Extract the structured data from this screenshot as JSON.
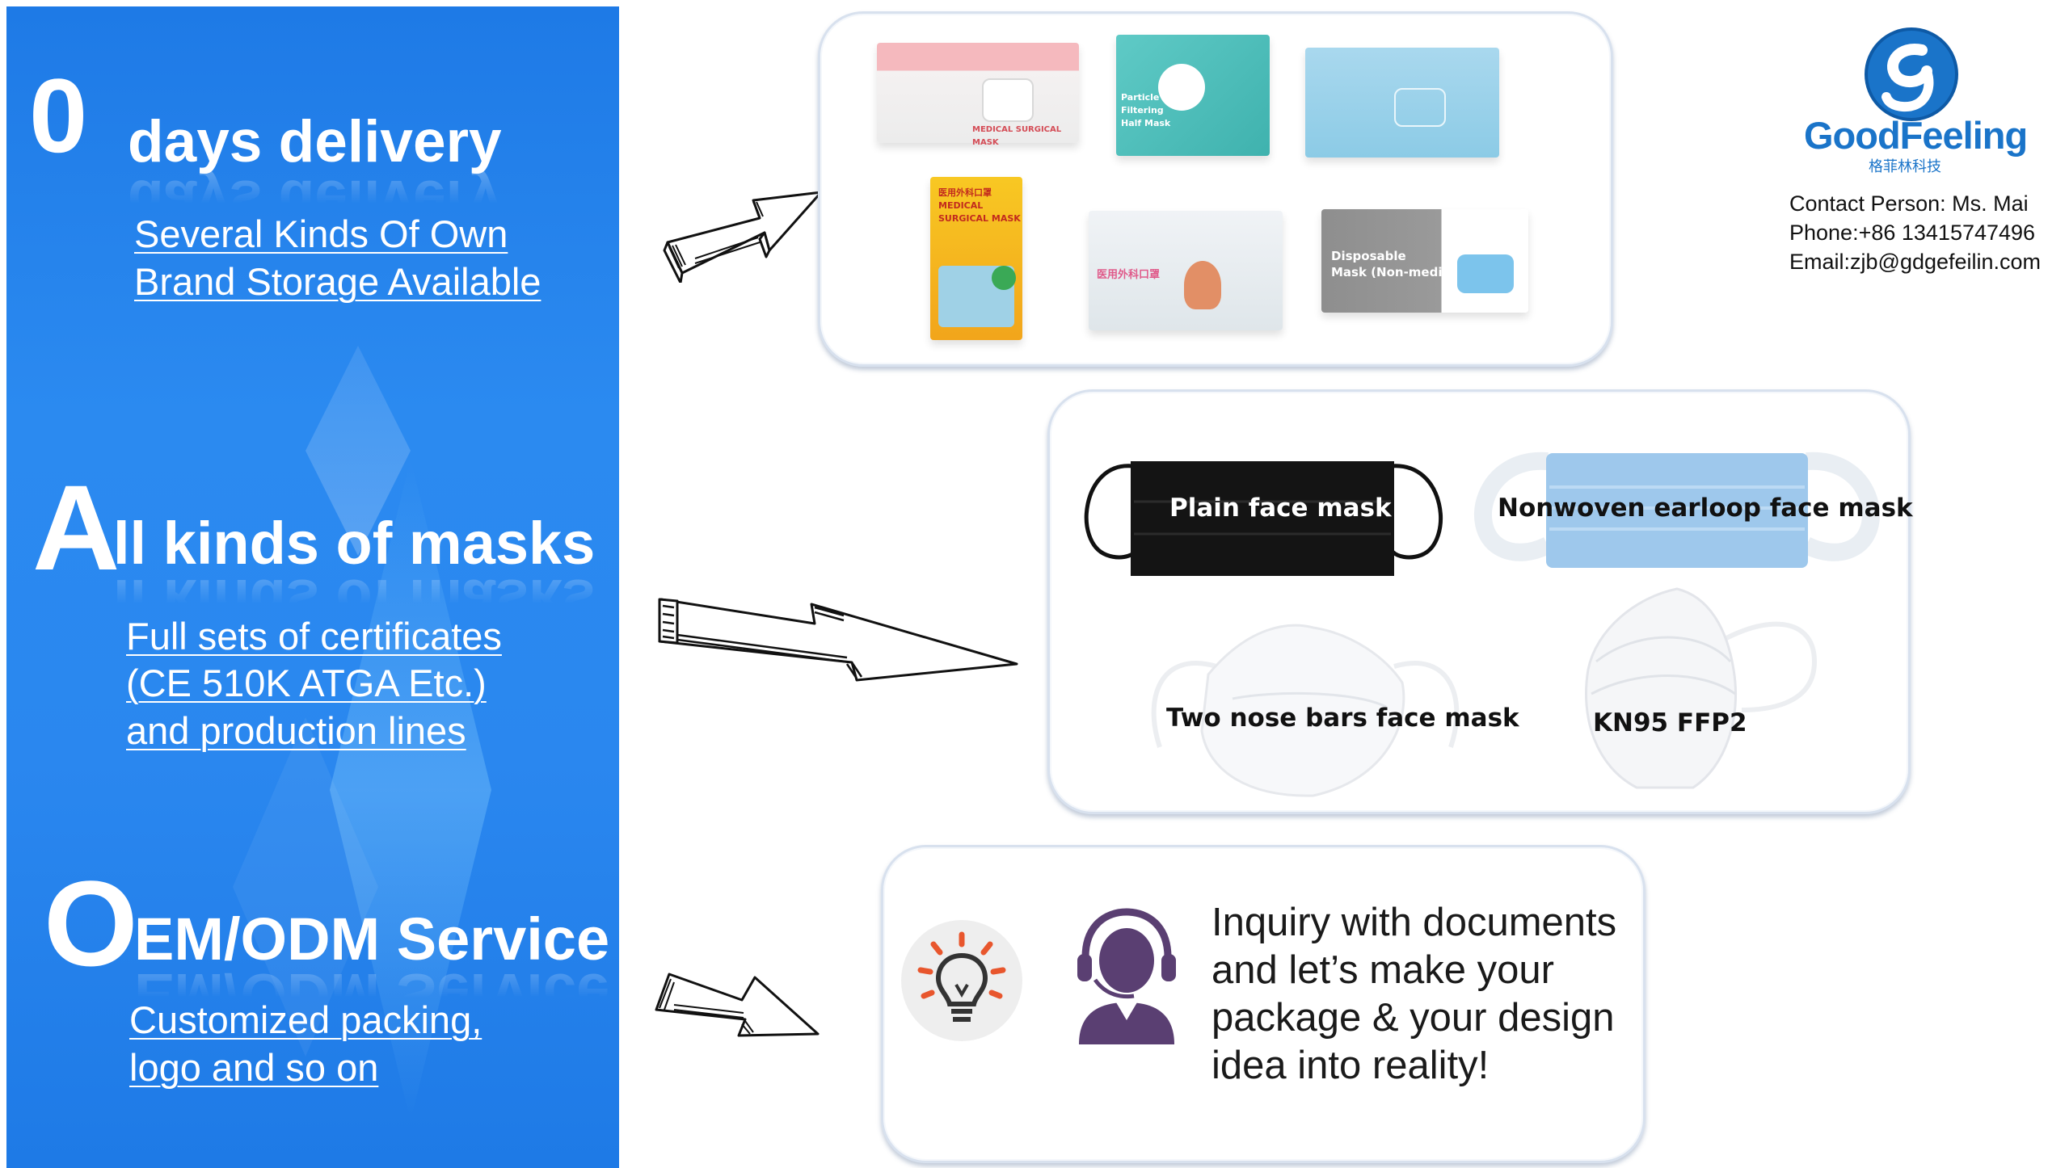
{
  "left_banner": {
    "section1": {
      "big_letter": "0",
      "headline": "days delivery",
      "sub_lines": [
        "Several Kinds Of Own",
        "Brand Storage Available"
      ]
    },
    "section2": {
      "big_letter": "A",
      "headline": "ll kinds of masks",
      "sub_lines": [
        "Full sets of certificates",
        "(CE 510K ATGA Etc.)",
        "and production lines"
      ]
    },
    "section3": {
      "big_letter": "O",
      "headline": "EM/ODM Service",
      "sub_lines": [
        "Customized packing,",
        "logo and so on"
      ]
    }
  },
  "brand": {
    "name": "GoodFeeling",
    "chinese_name": "格菲林科技",
    "accent": "#1a74c9"
  },
  "contact": {
    "person": "Contact Person: Ms. Mai",
    "phone": "Phone:+86 13415747496",
    "email": "Email:zjb@gdgefeilin.com"
  },
  "packaging": {
    "boxes": [
      {
        "name": "pink-box",
        "color": "#f4b5bb",
        "text": "MEDICAL SURGICAL MASK"
      },
      {
        "name": "teal-box",
        "color": "#56c3c0",
        "text": "Particle\nFiltering\nHalf Mask"
      },
      {
        "name": "light-blue-box",
        "color": "#9fd3ea",
        "text": ""
      },
      {
        "name": "yellow-pack",
        "color": "#f7c21e",
        "text": "医用外科口罩\nMEDICAL\nSURGICAL MASK"
      },
      {
        "name": "kids-box",
        "color": "#e9eef2",
        "text": "医用外科口罩"
      },
      {
        "name": "grey-box",
        "color": "#8c8c8c",
        "text": "Disposable\nMask (Non-medical)"
      }
    ]
  },
  "mask_types": [
    {
      "label": "Plain face mask"
    },
    {
      "label": "Nonwoven earloop face mask"
    },
    {
      "label": "Two nose bars face mask"
    },
    {
      "label": "KN95 FFP2"
    }
  ],
  "inquiry": {
    "lines": [
      "Inquiry with documents",
      "and let’s make your",
      "package & your design",
      "idea into reality!"
    ]
  }
}
